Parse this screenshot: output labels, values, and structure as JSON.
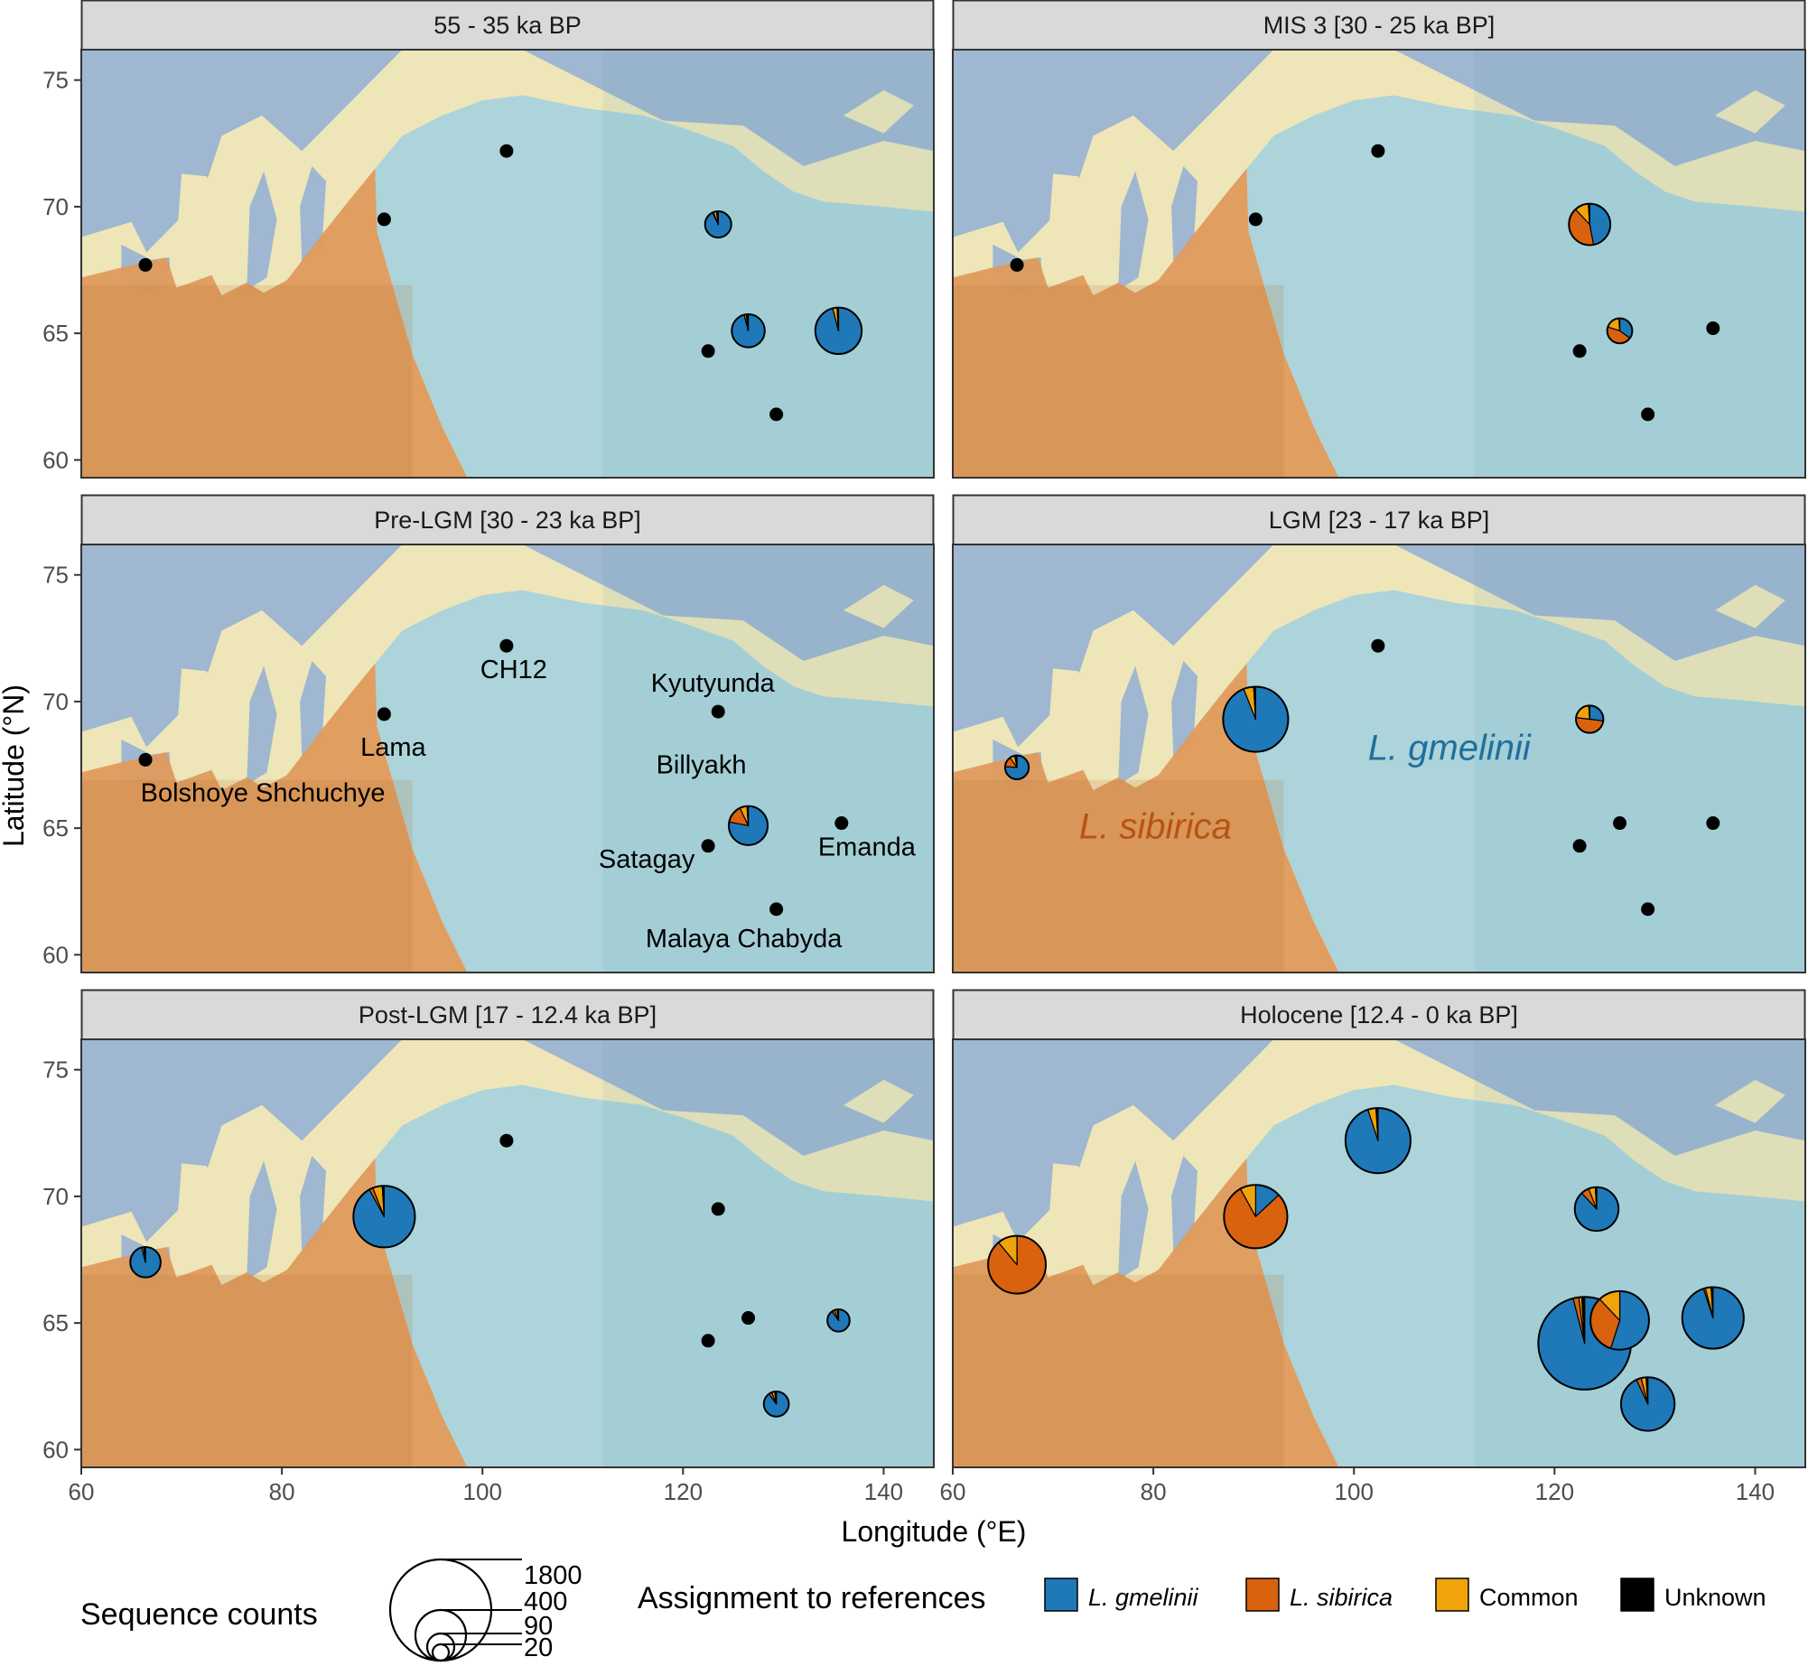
{
  "chart_data": {
    "type": "map-pie-facets",
    "xlabel": "Longitude (°E)",
    "ylabel": "Latitude (°N)",
    "xlim": [
      60,
      145
    ],
    "ylim": [
      59.3,
      76.2
    ],
    "x_ticks": [
      "60",
      "80",
      "100",
      "120",
      "140"
    ],
    "y_ticks": [
      "60",
      "65",
      "70",
      "75"
    ],
    "colors": {
      "L. gmelinii": "#1f78b8",
      "L. sibirica": "#d9620f",
      "Common": "#f0a30a",
      "Unknown": "#000000",
      "sea": "#9fb7d0",
      "land": "#eee6b9",
      "sibirica_zone": "#df9a5c",
      "gmelinii_zone": "#a6d3dc",
      "strip": "#d9d9d9"
    },
    "panels": [
      {
        "title": "55 - 35 ka BP",
        "sites": [
          {
            "lon": 66.4,
            "lat": 67.7,
            "n": 0
          },
          {
            "lon": 90.2,
            "lat": 69.5,
            "n": 0
          },
          {
            "lon": 102.4,
            "lat": 72.2,
            "n": 0
          },
          {
            "lon": 122.5,
            "lat": 64.3,
            "n": 0
          },
          {
            "lon": 129.3,
            "lat": 61.8,
            "n": 0
          },
          {
            "lon": 123.5,
            "lat": 69.3,
            "n": 70,
            "fr": [
              0.93,
              0.01,
              0.04,
              0.02
            ]
          },
          {
            "lon": 126.5,
            "lat": 65.1,
            "n": 140,
            "fr": [
              0.96,
              0.0,
              0.02,
              0.02
            ]
          },
          {
            "lon": 135.5,
            "lat": 65.1,
            "n": 350,
            "fr": [
              0.96,
              0.0,
              0.03,
              0.01
            ]
          }
        ]
      },
      {
        "title": "MIS 3 [30 - 25 ka BP]",
        "sites": [
          {
            "lon": 66.4,
            "lat": 67.7,
            "n": 0
          },
          {
            "lon": 90.2,
            "lat": 69.5,
            "n": 0
          },
          {
            "lon": 102.4,
            "lat": 72.2,
            "n": 0
          },
          {
            "lon": 122.5,
            "lat": 64.3,
            "n": 0
          },
          {
            "lon": 129.3,
            "lat": 61.8,
            "n": 0
          },
          {
            "lon": 135.8,
            "lat": 65.2,
            "n": 0
          },
          {
            "lon": 123.5,
            "lat": 69.3,
            "n": 260,
            "fr": [
              0.47,
              0.41,
              0.11,
              0.01
            ]
          },
          {
            "lon": 126.5,
            "lat": 65.1,
            "n": 60,
            "fr": [
              0.35,
              0.45,
              0.19,
              0.01
            ]
          }
        ]
      },
      {
        "title": "Pre-LGM [30 - 23 ka BP]",
        "sites": [
          {
            "lon": 66.4,
            "lat": 67.7,
            "n": 0,
            "label": "Bolshoye Shchuchye"
          },
          {
            "lon": 90.2,
            "lat": 69.5,
            "n": 0,
            "label": "Lama"
          },
          {
            "lon": 102.4,
            "lat": 72.2,
            "n": 0,
            "label": "CH12"
          },
          {
            "lon": 123.5,
            "lat": 69.6,
            "n": 0,
            "label": "Kyutyunda"
          },
          {
            "lon": 126.5,
            "lat": 65.1,
            "n": 220,
            "fr": [
              0.78,
              0.15,
              0.06,
              0.01
            ],
            "label": "Billyakh"
          },
          {
            "lon": 122.5,
            "lat": 64.3,
            "n": 0,
            "label": "Satagay"
          },
          {
            "lon": 135.8,
            "lat": 65.2,
            "n": 0,
            "label": "Emanda"
          },
          {
            "lon": 129.3,
            "lat": 61.8,
            "n": 0,
            "label": "Malaya Chabyda"
          }
        ]
      },
      {
        "title": "LGM [23 - 17 ka BP]",
        "zone_labels": [
          "L. gmelinii",
          "L. sibirica"
        ],
        "sites": [
          {
            "lon": 66.4,
            "lat": 67.4,
            "n": 50,
            "fr": [
              0.76,
              0.14,
              0.07,
              0.03
            ]
          },
          {
            "lon": 90.2,
            "lat": 69.3,
            "n": 800,
            "fr": [
              0.94,
              0.0,
              0.05,
              0.01
            ]
          },
          {
            "lon": 102.4,
            "lat": 72.2,
            "n": 0
          },
          {
            "lon": 123.5,
            "lat": 69.3,
            "n": 80,
            "fr": [
              0.27,
              0.5,
              0.22,
              0.01
            ]
          },
          {
            "lon": 122.5,
            "lat": 64.3,
            "n": 0
          },
          {
            "lon": 126.5,
            "lat": 65.2,
            "n": 0
          },
          {
            "lon": 135.8,
            "lat": 65.2,
            "n": 0
          },
          {
            "lon": 129.3,
            "lat": 61.8,
            "n": 0
          }
        ]
      },
      {
        "title": "Post-LGM [17 - 12.4 ka BP]",
        "sites": [
          {
            "lon": 66.4,
            "lat": 67.4,
            "n": 110,
            "fr": [
              0.96,
              0.0,
              0.02,
              0.02
            ]
          },
          {
            "lon": 90.2,
            "lat": 69.2,
            "n": 700,
            "fr": [
              0.92,
              0.02,
              0.05,
              0.01
            ]
          },
          {
            "lon": 102.4,
            "lat": 72.2,
            "n": 0
          },
          {
            "lon": 123.5,
            "lat": 69.5,
            "n": 0
          },
          {
            "lon": 126.5,
            "lat": 65.2,
            "n": 0
          },
          {
            "lon": 122.5,
            "lat": 64.3,
            "n": 0
          },
          {
            "lon": 135.5,
            "lat": 65.1,
            "n": 40,
            "fr": [
              0.9,
              0.04,
              0.04,
              0.02
            ]
          },
          {
            "lon": 129.3,
            "lat": 61.8,
            "n": 60,
            "fr": [
              0.9,
              0.04,
              0.04,
              0.02
            ]
          }
        ]
      },
      {
        "title": "Holocene [12.4 - 0 ka BP]",
        "sites": [
          {
            "lon": 66.4,
            "lat": 67.3,
            "n": 600,
            "fr": [
              0.0,
              0.89,
              0.11,
              0.0
            ]
          },
          {
            "lon": 90.2,
            "lat": 69.2,
            "n": 750,
            "fr": [
              0.13,
              0.79,
              0.08,
              0.0
            ]
          },
          {
            "lon": 102.4,
            "lat": 72.2,
            "n": 800,
            "fr": [
              0.95,
              0.0,
              0.04,
              0.01
            ]
          },
          {
            "lon": 124.2,
            "lat": 69.5,
            "n": 300,
            "fr": [
              0.88,
              0.06,
              0.05,
              0.01
            ]
          },
          {
            "lon": 123.0,
            "lat": 64.2,
            "n": 1800,
            "fr": [
              0.96,
              0.02,
              0.01,
              0.01
            ]
          },
          {
            "lon": 126.5,
            "lat": 65.1,
            "n": 620,
            "fr": [
              0.55,
              0.33,
              0.12,
              0.0
            ]
          },
          {
            "lon": 135.8,
            "lat": 65.2,
            "n": 700,
            "fr": [
              0.95,
              0.01,
              0.03,
              0.01
            ]
          },
          {
            "lon": 129.3,
            "lat": 61.8,
            "n": 500,
            "fr": [
              0.93,
              0.03,
              0.03,
              0.01
            ]
          }
        ]
      }
    ],
    "size_legend": {
      "title": "Sequence counts",
      "values": [
        1800,
        400,
        90,
        20
      ]
    },
    "color_legend": {
      "title": "Assignment to references",
      "items": [
        "L. gmelinii",
        "L. sibirica",
        "Common",
        "Unknown"
      ]
    }
  }
}
